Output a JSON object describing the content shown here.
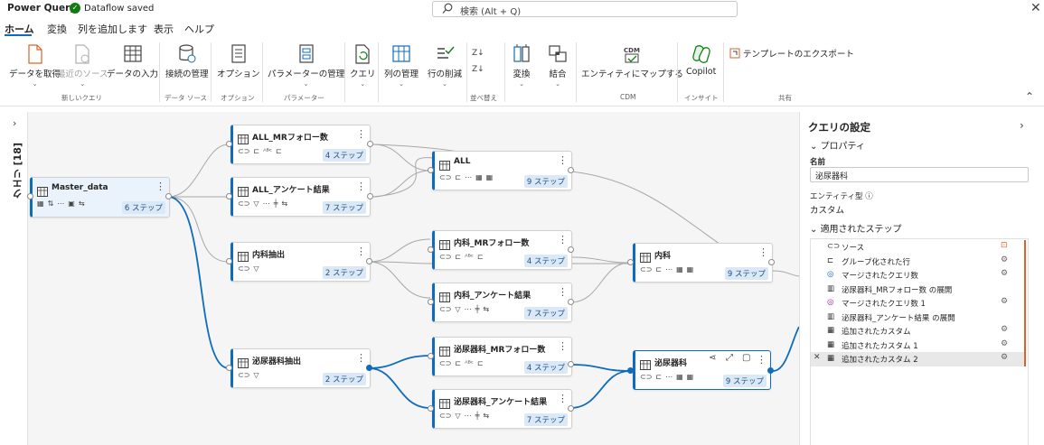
{
  "app": {
    "title": "Power Query",
    "status": "Dataflow saved"
  },
  "search": {
    "placeholder": "検索 (Alt + Q)"
  },
  "menu_tabs": [
    "ホーム",
    "変換",
    "列を追加します",
    "表示",
    "ヘルプ"
  ],
  "ribbon": {
    "get_data": "データを取得",
    "recent_sources": "最近のソース",
    "enter_data": "データの入力",
    "group_new_query": "新しいクエリ",
    "manage_connections": "接続の管理",
    "group_data_sources": "データ ソース",
    "options": "オプション",
    "group_options": "オプション",
    "manage_parameters": "パラメーターの管理",
    "group_parameters": "パラメーター",
    "query": "クエリ",
    "manage_columns": "列の管理",
    "reduce_rows": "行の削減",
    "group_sort": "並べ替え",
    "transform": "変換",
    "combine": "結合",
    "map_to_entity": "エンティティにマップする",
    "group_cdm": "CDM",
    "copilot": "Copilot",
    "group_insights": "インサイト",
    "export_template": "テンプレートのエクスポート",
    "group_share": "共有"
  },
  "queries_pane": {
    "label": "クエリ [18]"
  },
  "diagram": {
    "nodes": {
      "master": {
        "title": "Master_data",
        "steps": "6 ステップ"
      },
      "all_mr": {
        "title": "ALL_MRフォロー数",
        "steps": "4 ステップ"
      },
      "all_survey": {
        "title": "ALL_アンケート結果",
        "steps": "7 ステップ"
      },
      "all": {
        "title": "ALL",
        "steps": "9 ステップ"
      },
      "naika_extract": {
        "title": "内科抽出",
        "steps": "2 ステップ"
      },
      "naika_mr": {
        "title": "内科_MRフォロー数",
        "steps": "4 ステップ"
      },
      "naika_survey": {
        "title": "内科_アンケート結果",
        "steps": "7 ステップ"
      },
      "naika": {
        "title": "内科",
        "steps": "9 ステップ"
      },
      "uro_extract": {
        "title": "泌尿器科抽出",
        "steps": "2 ステップ"
      },
      "uro_mr": {
        "title": "泌尿器科_MRフォロー数",
        "steps": "4 ステップ"
      },
      "uro_survey": {
        "title": "泌尿器科_アンケート結果",
        "steps": "7 ステップ"
      },
      "uro": {
        "title": "泌尿器科",
        "steps": "9 ステップ"
      }
    }
  },
  "settings": {
    "title": "クエリの設定",
    "properties": "プロパティ",
    "name_label": "名前",
    "name_value": "泌尿器科",
    "entity_type_label": "エンティティ型",
    "entity_type_value": "カスタム",
    "applied_steps": "適用されたステップ",
    "steps": [
      "ソース",
      "グループ化された行",
      "マージされたクエリ数",
      "泌尿器科_MRフォロー数 の展開",
      "マージされたクエリ数 1",
      "泌尿器科_アンケート結果 の展開",
      "追加されたカスタム",
      "追加されたカスタム 1",
      "追加されたカスタム 2"
    ]
  }
}
